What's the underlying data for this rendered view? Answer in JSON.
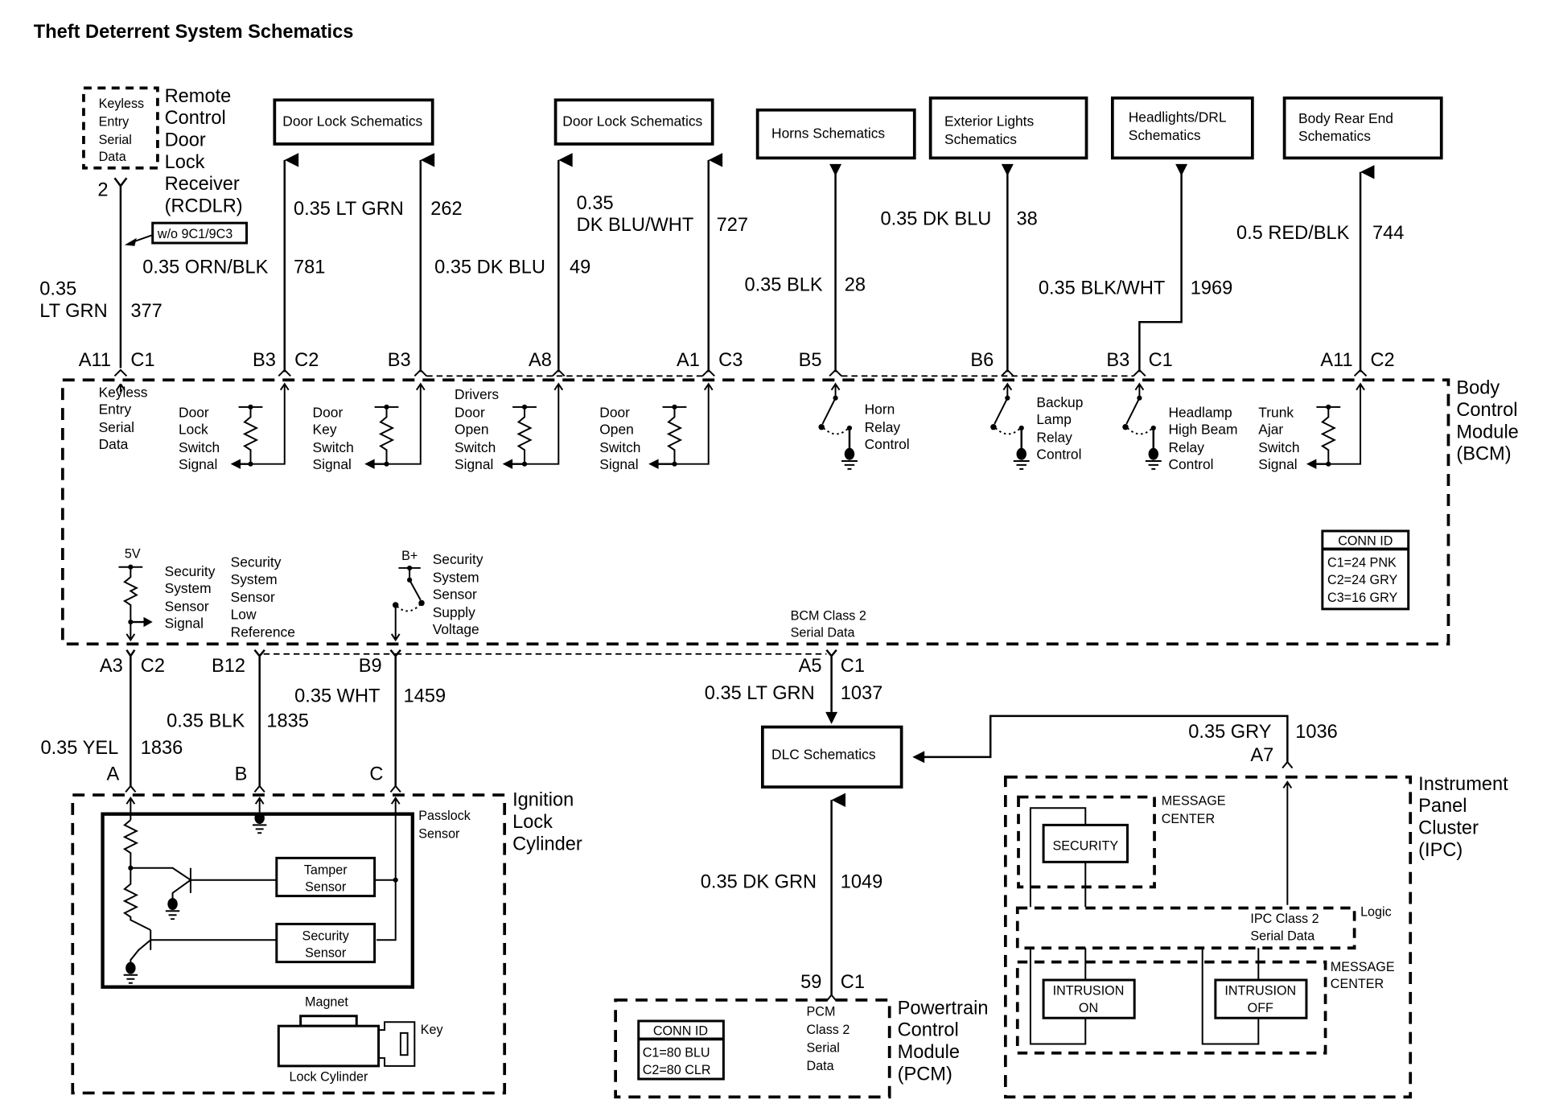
{
  "title": "Theft Deterrent System Schematics",
  "modules": {
    "rcdlr": {
      "lines": [
        "Remote",
        "Control",
        "Door",
        "Lock",
        "Receiver",
        "(RCDLR)"
      ],
      "inner": [
        "Keyless",
        "Entry",
        "Serial",
        "Data"
      ],
      "pin": "2",
      "option_note": "w/o 9C1/9C3"
    },
    "bcm": {
      "lines": [
        "Body",
        "Control",
        "Module",
        "(BCM)"
      ],
      "conn_id": {
        "header": "CONN ID",
        "rows": [
          "C1=24 PNK",
          "C2=24 GRY",
          "C3=16 GRY"
        ]
      },
      "class2_label": [
        "BCM Class 2",
        "Serial Data"
      ]
    },
    "ignition": {
      "lines": [
        "Ignition",
        "Lock",
        "Cylinder"
      ],
      "passlock": [
        "Passlock",
        "Sensor"
      ],
      "tamper": [
        "Tamper",
        "Sensor"
      ],
      "security": [
        "Security",
        "Sensor"
      ],
      "magnet": "Magnet",
      "key": "Key",
      "lock_cylinder": "Lock Cylinder"
    },
    "pcm": {
      "lines": [
        "Powertrain",
        "Control",
        "Module",
        "(PCM)"
      ],
      "inner": [
        "PCM",
        "Class 2",
        "Serial",
        "Data"
      ],
      "conn_id": {
        "header": "CONN ID",
        "rows": [
          "C1=80 BLU",
          "C2=80 CLR"
        ]
      }
    },
    "ipc": {
      "lines": [
        "Instrument",
        "Panel",
        "Cluster",
        "(IPC)"
      ],
      "message_center_1": [
        "MESSAGE",
        "CENTER"
      ],
      "security": "SECURITY",
      "logic": "Logic",
      "class2": [
        "IPC Class 2",
        "Serial Data"
      ],
      "message_center_2": [
        "MESSAGE",
        "CENTER"
      ],
      "intrusion_on": [
        "INTRUSION",
        "ON"
      ],
      "intrusion_off": [
        "INTRUSION",
        "OFF"
      ],
      "pin": "A7"
    }
  },
  "schematic_links": [
    {
      "id": "door-lock-1",
      "lines": [
        "Door Lock Schematics"
      ]
    },
    {
      "id": "door-lock-2",
      "lines": [
        "Door Lock Schematics"
      ]
    },
    {
      "id": "horns",
      "lines": [
        "Horns Schematics"
      ]
    },
    {
      "id": "exterior-lights",
      "lines": [
        "Exterior Lights",
        "Schematics"
      ]
    },
    {
      "id": "headlights-drl",
      "lines": [
        "Headlights/DRL",
        "Schematics"
      ]
    },
    {
      "id": "body-rear-end",
      "lines": [
        "Body Rear End",
        "Schematics"
      ]
    },
    {
      "id": "dlc",
      "lines": [
        "DLC Schematics"
      ]
    }
  ],
  "wires": {
    "w377": {
      "gauge_color": [
        "0.35",
        "LT GRN"
      ],
      "circuit": "377",
      "pin": "A11",
      "conn": "C1"
    },
    "w781": {
      "gauge_color": [
        "0.35 ORN/BLK"
      ],
      "circuit": "781",
      "pin": "B3",
      "conn": "C2"
    },
    "w262": {
      "gauge_color": [
        "0.35 LT GRN"
      ],
      "circuit": "262",
      "pin": "B3",
      "conn": ""
    },
    "w49": {
      "gauge_color": [
        "0.35 DK BLU"
      ],
      "circuit": "49",
      "pin": "A8",
      "conn": ""
    },
    "w727": {
      "gauge_color": [
        "0.35",
        "DK BLU/WHT"
      ],
      "circuit": "727",
      "pin": "A1",
      "conn": "C3"
    },
    "w28": {
      "gauge_color": [
        "0.35 BLK"
      ],
      "circuit": "28",
      "pin": "B5",
      "conn": ""
    },
    "w38": {
      "gauge_color": [
        "0.35 DK BLU"
      ],
      "circuit": "38",
      "pin": "B6",
      "conn": ""
    },
    "w1969": {
      "gauge_color": [
        "0.35 BLK/WHT"
      ],
      "circuit": "1969",
      "pin": "B3",
      "conn": "C1"
    },
    "w744": {
      "gauge_color": [
        "0.5 RED/BLK"
      ],
      "circuit": "744",
      "pin": "A11",
      "conn": "C2"
    },
    "w1836": {
      "gauge_color": [
        "0.35 YEL"
      ],
      "circuit": "1836",
      "pin": "A3",
      "conn": "C2",
      "end_pin": "A"
    },
    "w1835": {
      "gauge_color": [
        "0.35 BLK"
      ],
      "circuit": "1835",
      "pin": "B12",
      "conn": "",
      "end_pin": "B"
    },
    "w1459": {
      "gauge_color": [
        "0.35 WHT"
      ],
      "circuit": "1459",
      "pin": "B9",
      "conn": "",
      "end_pin": "C"
    },
    "w1037": {
      "gauge_color": [
        "0.35 LT GRN"
      ],
      "circuit": "1037",
      "pin": "A5",
      "conn": "C1"
    },
    "w1049": {
      "gauge_color": [
        "0.35 DK GRN"
      ],
      "circuit": "1049",
      "pin": "59",
      "conn": "C1"
    },
    "w1036": {
      "gauge_color": [
        "0.35 GRY"
      ],
      "circuit": "1036",
      "pin": "A7",
      "conn": ""
    }
  },
  "bcm_signals": {
    "keyless": [
      "Keyless",
      "Entry",
      "Serial",
      "Data"
    ],
    "door_lock_sw": [
      "Door",
      "Lock",
      "Switch",
      "Signal"
    ],
    "door_key_sw": [
      "Door",
      "Key",
      "Switch",
      "Signal"
    ],
    "drivers_door_open": [
      "Drivers",
      "Door",
      "Open",
      "Switch",
      "Signal"
    ],
    "door_open": [
      "Door",
      "Open",
      "Switch",
      "Signal"
    ],
    "horn_relay": [
      "Horn",
      "Relay",
      "Control"
    ],
    "backup_lamp": [
      "Backup",
      "Lamp",
      "Relay",
      "Control"
    ],
    "headlamp_hb": [
      "Headlamp",
      "High Beam",
      "Relay",
      "Control"
    ],
    "trunk_ajar": [
      "Trunk",
      "Ajar",
      "Switch",
      "Signal"
    ],
    "sec_signal": [
      "Security",
      "System",
      "Sensor",
      "Signal"
    ],
    "sec_low_ref": [
      "Security",
      "System",
      "Sensor",
      "Low",
      "Reference"
    ],
    "sec_supply": [
      "Security",
      "System",
      "Sensor",
      "Supply",
      "Voltage"
    ],
    "v5": "5V",
    "bplus": "B+"
  }
}
